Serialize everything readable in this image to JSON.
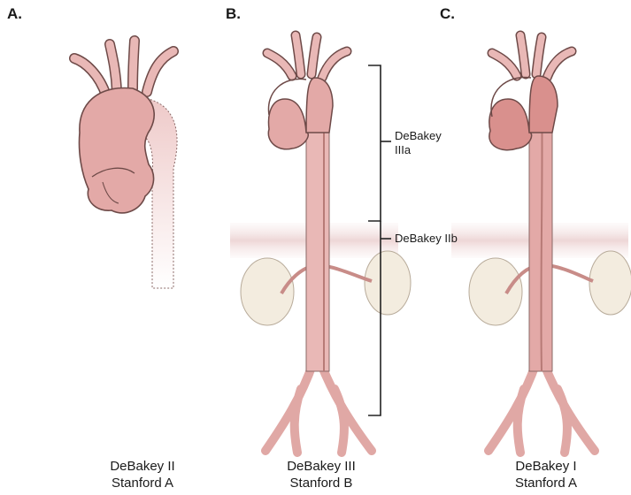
{
  "panels": [
    {
      "letter": "A.",
      "caption_line1": "DeBakey II",
      "caption_line2": "Stanford A"
    },
    {
      "letter": "B.",
      "caption_line1": "DeBakey III",
      "caption_line2": "Stanford B"
    },
    {
      "letter": "C.",
      "caption_line1": "DeBakey I",
      "caption_line2": "Stanford A"
    }
  ],
  "annotations": {
    "debakey_iiia_line1": "DeBakey",
    "debakey_iiia_line2": "IIIa",
    "debakey_iiib": "DeBakey IIb"
  },
  "colors": {
    "vessel_fill": "#e9b8b6",
    "vessel_dark": "#d89894",
    "vessel_outline": "#6e4a48",
    "dissection_fill": "#d9908d",
    "kidney_fill": "#f3ecdf",
    "diaphragm_fill": "#f1dede"
  }
}
